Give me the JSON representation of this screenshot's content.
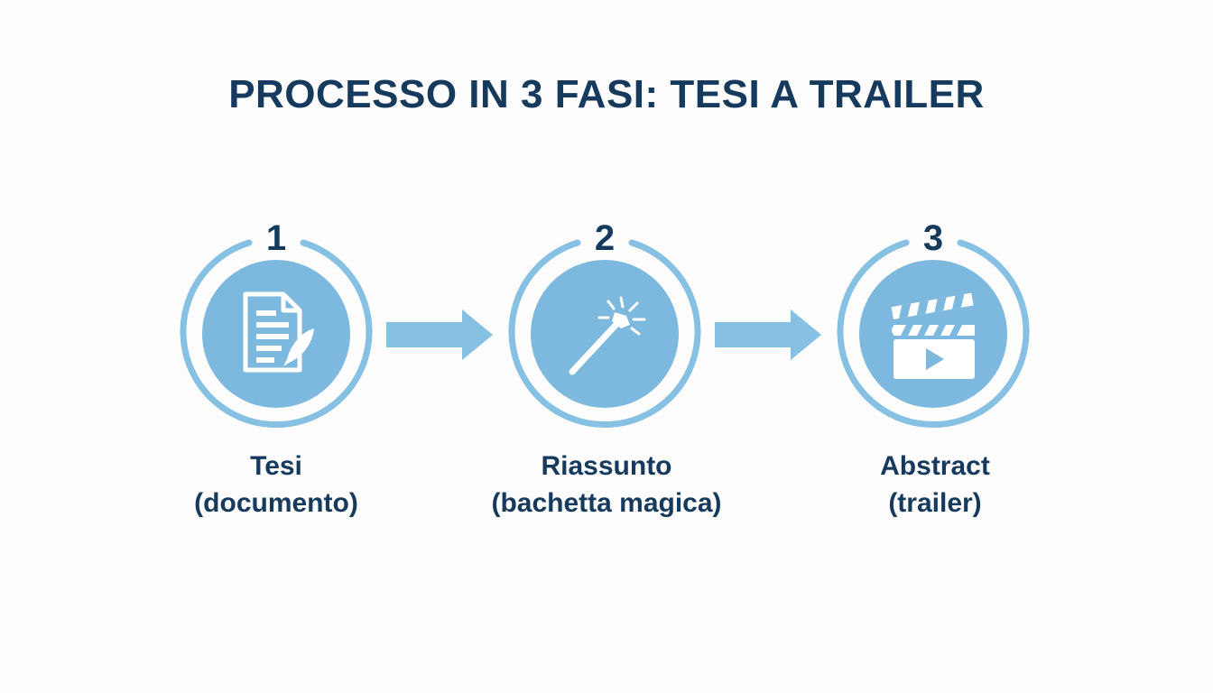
{
  "title": "PROCESSO IN 3 FASI: TESI A TRAILER",
  "colors": {
    "ring": "#86c0e3",
    "disc": "#7db9de",
    "icon": "#ffffff",
    "text": "#153a5e",
    "arrow": "#86c0e3"
  },
  "steps": [
    {
      "number": "1",
      "label_line1": "Tesi",
      "label_line2": "(documento)",
      "icon": "document-with-quill-icon"
    },
    {
      "number": "2",
      "label_line1": "Riassunto",
      "label_line2": "(bachetta magica)",
      "icon": "magic-wand-icon"
    },
    {
      "number": "3",
      "label_line1": "Abstract",
      "label_line2": "(trailer)",
      "icon": "clapperboard-icon"
    }
  ]
}
